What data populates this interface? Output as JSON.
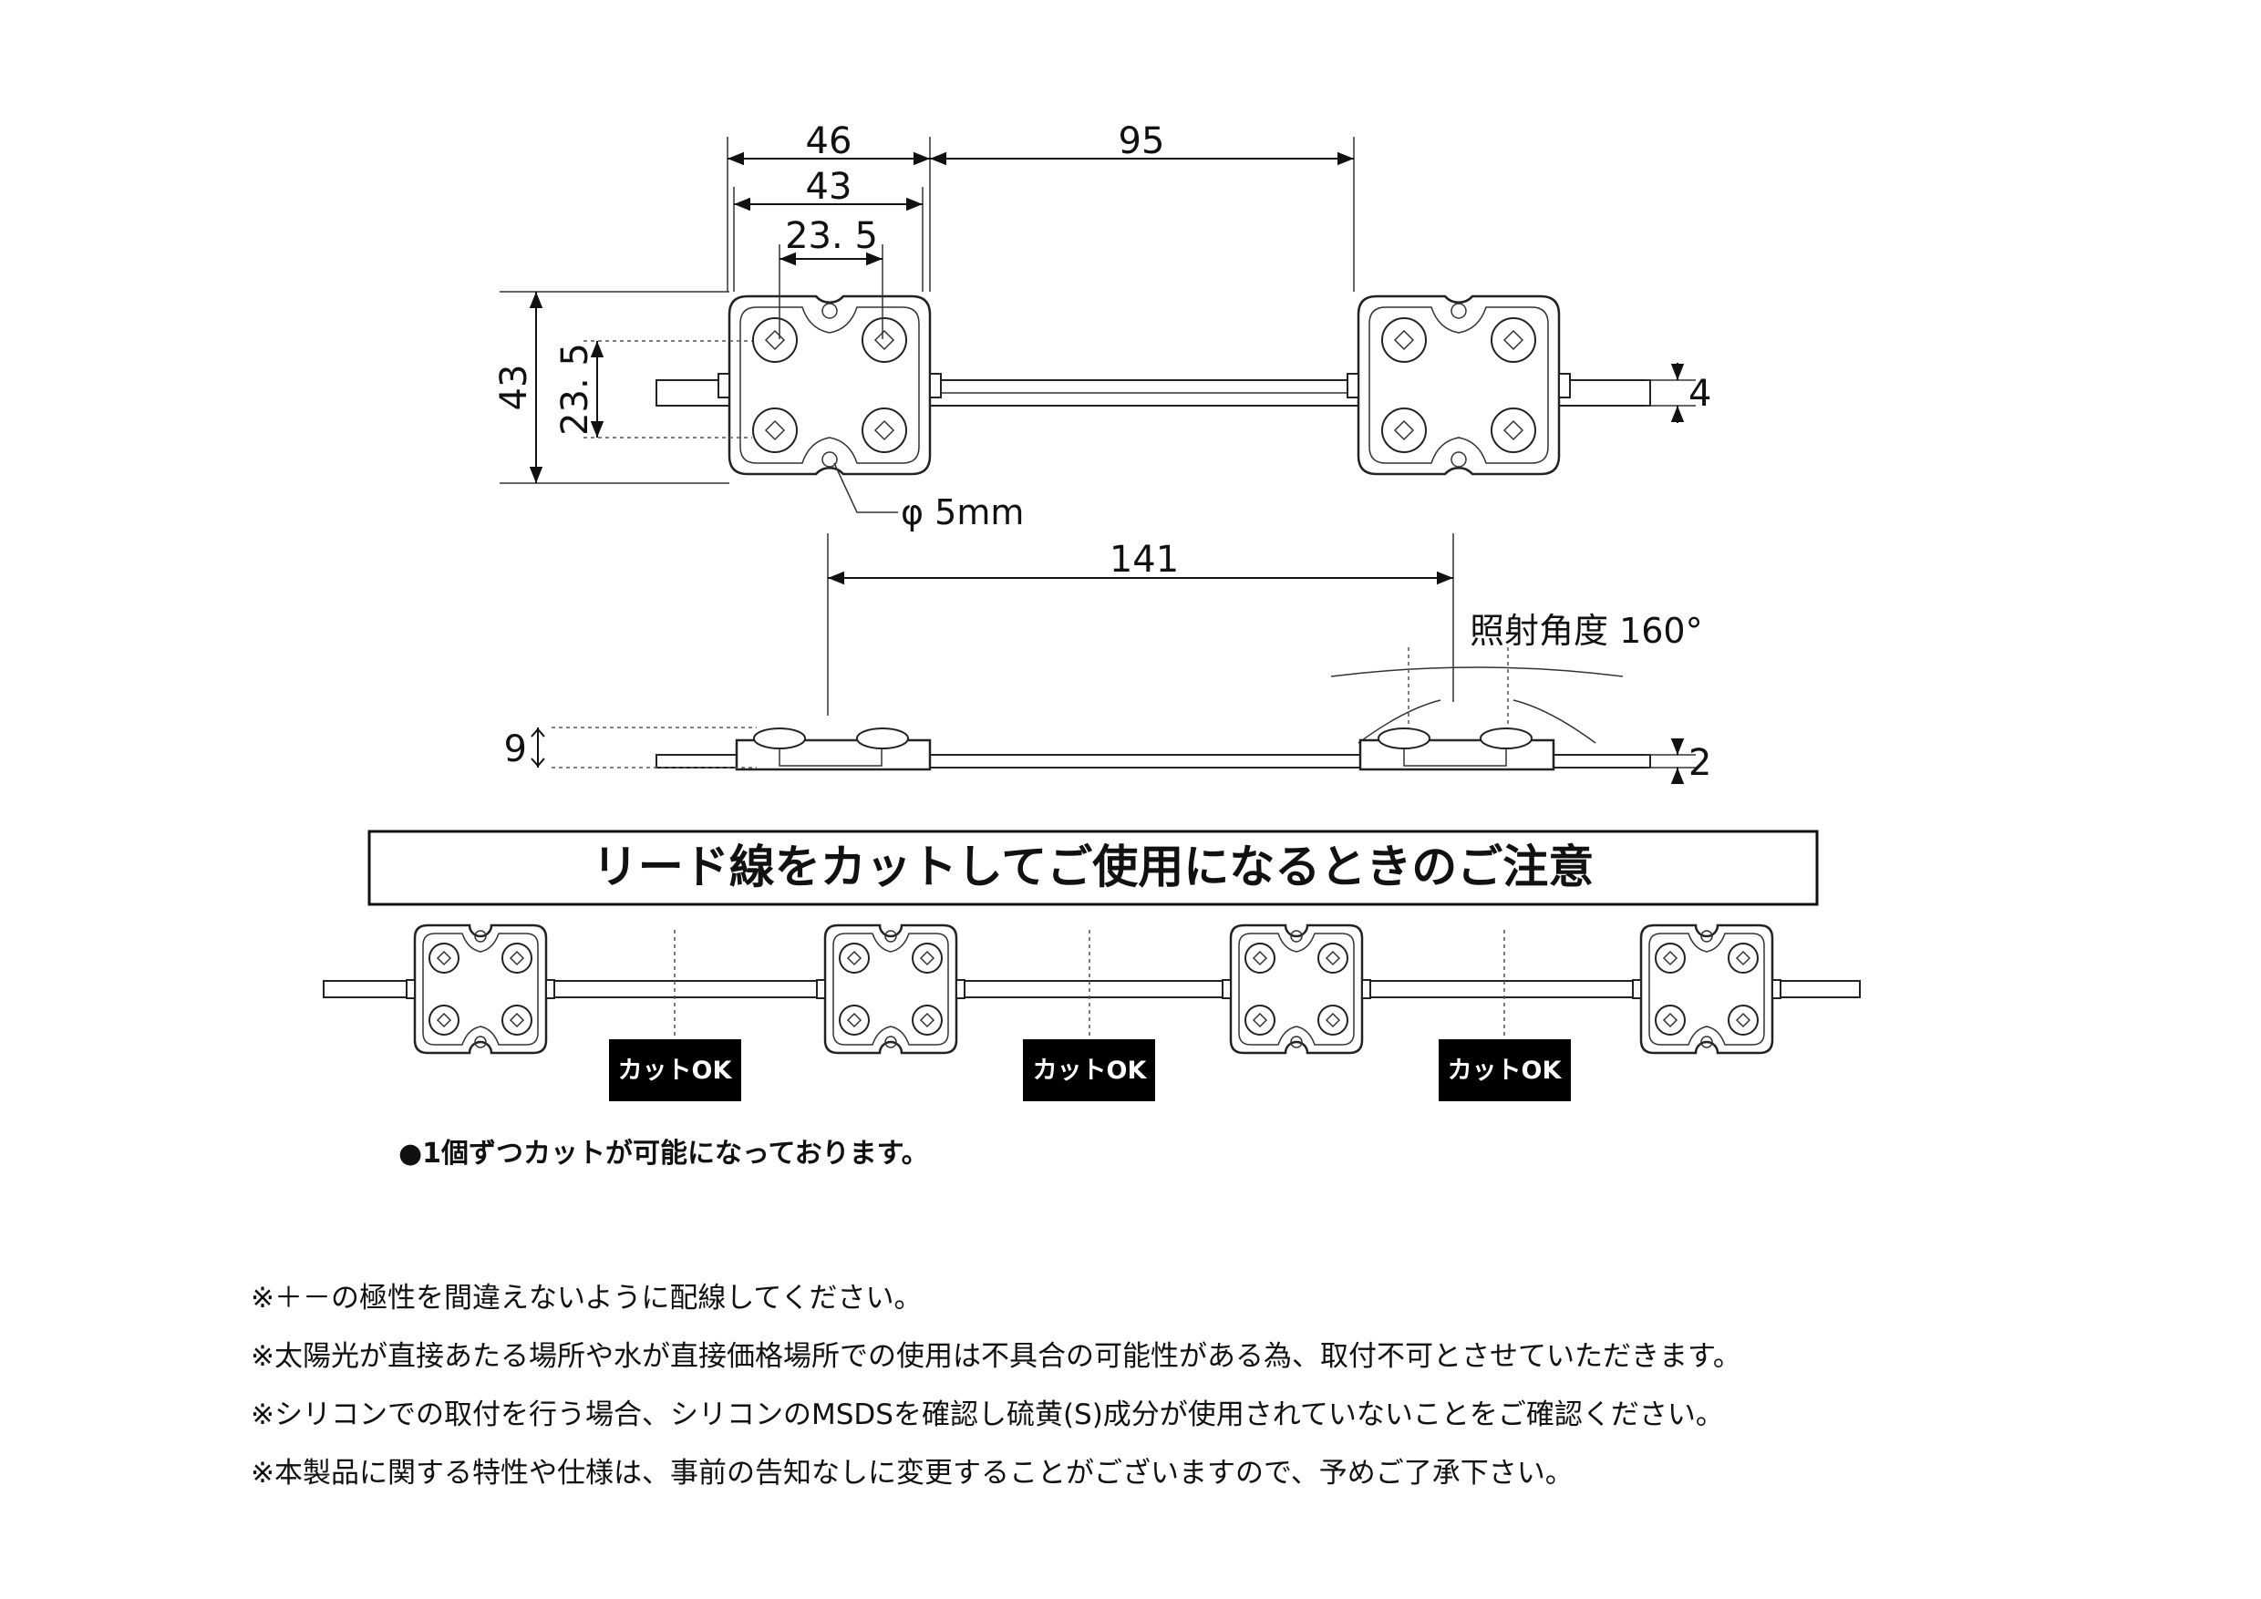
{
  "dimensions": {
    "module_pitch_width": "46",
    "module_width": "43",
    "lens_spacing": "23. 5",
    "module_gap": "95",
    "module_height": "43",
    "lens_spacing_vertical": "23. 5",
    "hole_diameter": "φ 5mm",
    "wire_thickness": "4",
    "center_to_center": "141",
    "beam_angle": "照射角度 160°",
    "module_thickness": "9",
    "wire_height": "2"
  },
  "cut_section": {
    "title": "リード線をカットしてご使用になるときのご注意",
    "cut_labels": [
      "カットOK",
      "カットOK",
      "カットOK"
    ],
    "note": "●1個ずつカットが可能になっております。"
  },
  "notes": [
    "※＋－の極性を間違えないように配線してください。",
    "※太陽光が直接あたる場所や水が直接価格場所での使用は不具合の可能性がある為、取付不可とさせていただきます。",
    "※シリコンでの取付を行う場合、シリコンのMSDSを確認し硫黄(S)成分が使用されていないことをご確認ください。",
    "※本製品に関する特性や仕様は、事前の告知なしに変更することがございますので、予めご了承下さい。"
  ]
}
